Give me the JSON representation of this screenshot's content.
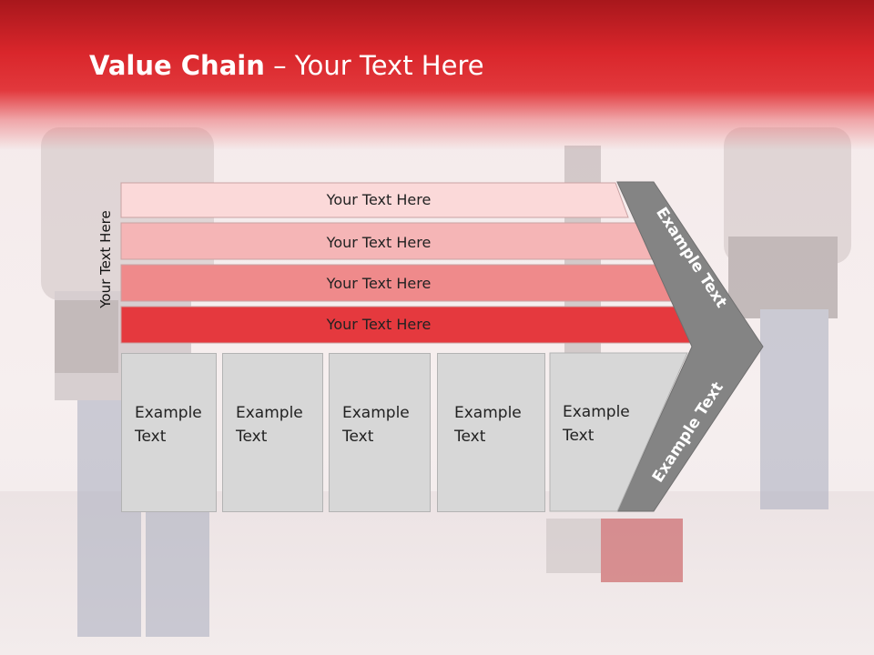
{
  "title": {
    "bold": "Value Chain",
    "rest": " – Your Text Here"
  },
  "side_label": "Your Text Here",
  "bands": [
    {
      "label": "Your Text Here",
      "color": "#fbd9d9"
    },
    {
      "label": "Your Text Here",
      "color": "#f5b5b6"
    },
    {
      "label": "Your Text Here",
      "color": "#ef8a8b"
    },
    {
      "label": "Your Text Here",
      "color": "#e5393e"
    }
  ],
  "boxes": [
    {
      "line1": "Example",
      "line2": "Text"
    },
    {
      "line1": "Example",
      "line2": "Text"
    },
    {
      "line1": "Example",
      "line2": "Text"
    },
    {
      "line1": "Example",
      "line2": "Text"
    },
    {
      "line1": "Example",
      "line2": "Text"
    }
  ],
  "chevron": {
    "upper_text": "Example Text",
    "lower_text": "Example Text",
    "color": "#848484"
  },
  "colors": {
    "header": "#d9262b",
    "box_fill": "#d7d7d7"
  }
}
